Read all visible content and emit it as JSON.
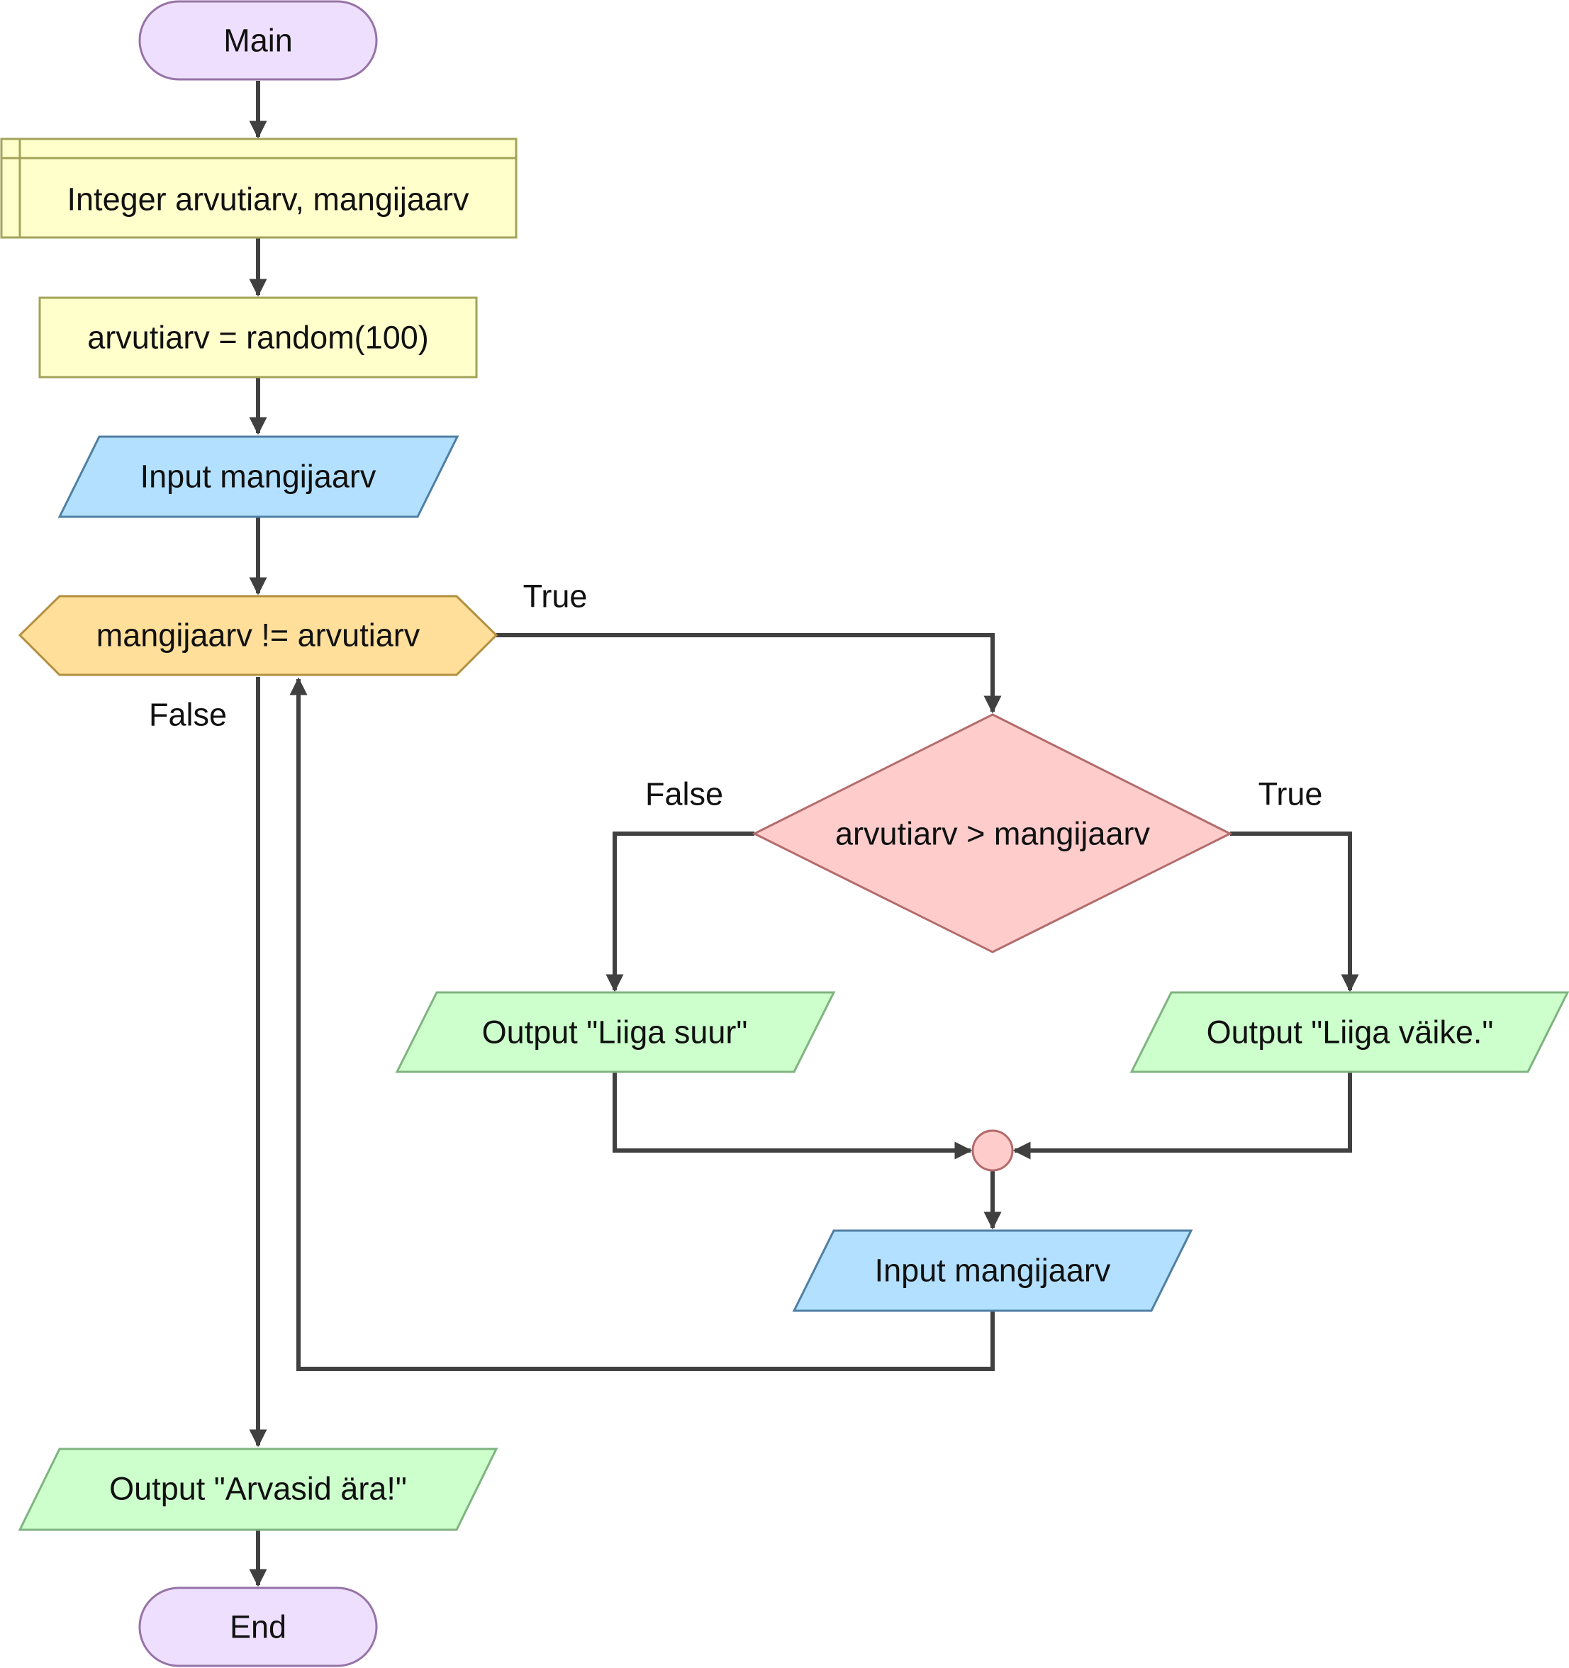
{
  "nodes": {
    "main": {
      "label": "Main"
    },
    "declare": {
      "label": "Integer arvutiarv, mangijaarv"
    },
    "assign": {
      "label": "arvutiarv = random(100)"
    },
    "input_1": {
      "label": "Input mangijaarv"
    },
    "while": {
      "label": "mangijaarv != arvutiarv"
    },
    "if": {
      "label": "arvutiarv > mangijaarv"
    },
    "output_suur": {
      "label": "Output \"Liiga suur\""
    },
    "output_vaike": {
      "label": "Output \"Liiga väike.\""
    },
    "input_2": {
      "label": "Input mangijaarv"
    },
    "output_done": {
      "label": "Output \"Arvasid ära!\""
    },
    "end": {
      "label": "End"
    }
  },
  "edge_labels": {
    "while_true": "True",
    "while_false": "False",
    "if_false": "False",
    "if_true": "True"
  },
  "colors": {
    "terminal_fill": "#eedfff",
    "terminal_stroke": "#9673a6",
    "process_fill": "#ffffcc",
    "process_stroke": "#a3a35a",
    "input_fill": "#b3e0ff",
    "input_stroke": "#4f7fa3",
    "output_fill": "#ccffcc",
    "output_stroke": "#7fb37f",
    "loop_fill": "#ffdf99",
    "loop_stroke": "#b38f40",
    "decision_fill": "#ffcccc",
    "decision_stroke": "#b36b6b",
    "connector_fill": "#ffcccc",
    "connector_stroke": "#b36b6b",
    "edge": "#404040"
  }
}
